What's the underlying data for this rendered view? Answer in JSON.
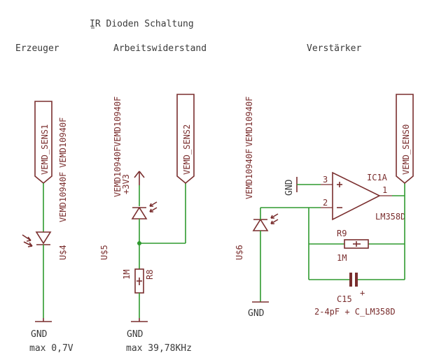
{
  "title": "IR Dioden Schaltung",
  "sections": {
    "erzeuger": "Erzeuger",
    "arbeitswiderstand": "Arbeitswiderstand",
    "verstaerker": "Verstärker"
  },
  "connectors": {
    "sens1": "VEMD_SENS1",
    "sens2": "VEMD_SENS2",
    "sens0": "VEMD_SENS0"
  },
  "diodes": {
    "us4": {
      "ref": "U$4",
      "value": "VEMD10940F",
      "value2": "VEMD10940F"
    },
    "us5": {
      "ref": "U$5",
      "value": "VEMD10940F",
      "value2": "VEMD10940F"
    },
    "us6": {
      "ref": "U$6",
      "value": "VEMD10940F",
      "value2": "VEMD10940F"
    }
  },
  "supply": "+3V3",
  "resistors": {
    "r8": {
      "ref": "R8",
      "value": "1M"
    },
    "r9": {
      "ref": "R9",
      "value": "1M"
    }
  },
  "opamp": {
    "ref": "IC1A",
    "part": "LM358D",
    "pin_plus": "3",
    "pin_minus": "2",
    "pin_out": "1"
  },
  "capacitor": {
    "ref": "C15",
    "value": "2-4pF + C_LM358D"
  },
  "gnd_label": "GND",
  "notes": {
    "erzeuger": "max 0,7V",
    "arbeitswiderstand": "max 39,78KHz"
  }
}
